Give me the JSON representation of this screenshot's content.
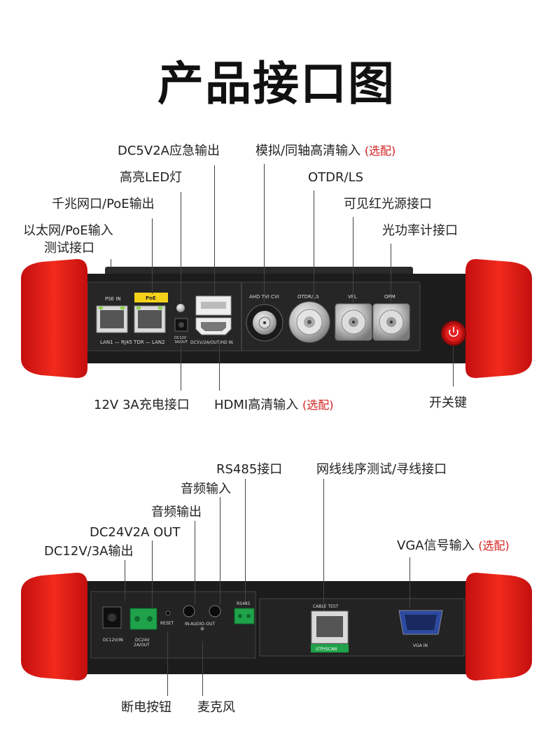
{
  "title": "产品接口图",
  "top": {
    "labels": {
      "dc5v": "DC5V2A应急输出",
      "led": "高亮LED灯",
      "gigabit": "千兆网口/PoE输出",
      "ethernet_l1": "以太网/PoE输入",
      "ethernet_l2": "测试接口",
      "analog": "模拟/同轴高清输入",
      "analog_opt": "(选配)",
      "otdr": "OTDR/LS",
      "vfl": "可见红光源接口",
      "opm": "光功率计接口",
      "charge": "12V 3A充电接口",
      "hdmi": "HDMI高清输入",
      "hdmi_opt": "(选配)",
      "power": "开关键"
    },
    "device": {
      "pse_in": "PSE IN",
      "poe": "PoE",
      "lan_caption": "LAN1 — RJ45 TDR — LAN2",
      "dc12v": "DC12V",
      "dc12v_2": "3A/OUT",
      "hdmi_caption": "DC5V/2A/OUT/HD IN",
      "ahd": "AHD TVI CVI",
      "otdr": "OTDR/LS",
      "vfl": "VFL",
      "opm": "OPM"
    }
  },
  "bottom": {
    "labels": {
      "rs485": "RS485接口",
      "cable": "网线线序测试/寻线接口",
      "audio_in": "音频输入",
      "audio_out": "音频输出",
      "dc24": "DC24V2A OUT",
      "vga": "VGA信号输入",
      "vga_opt": "(选配)",
      "dc12": "DC12V/3A输出",
      "reset": "断电按钮",
      "mic": "麦克风"
    },
    "device": {
      "dc12vin": "DC12V/IN",
      "dc24v": "DC24V",
      "dc24v_2": "2A/OUT",
      "reset": "RESET",
      "audio": "IN-AUDIO-OUT",
      "rs485": "RS485",
      "cable_test": "CABLE TEST",
      "utp": "UTP/SCAN",
      "vga_in": "VGA IN"
    }
  }
}
